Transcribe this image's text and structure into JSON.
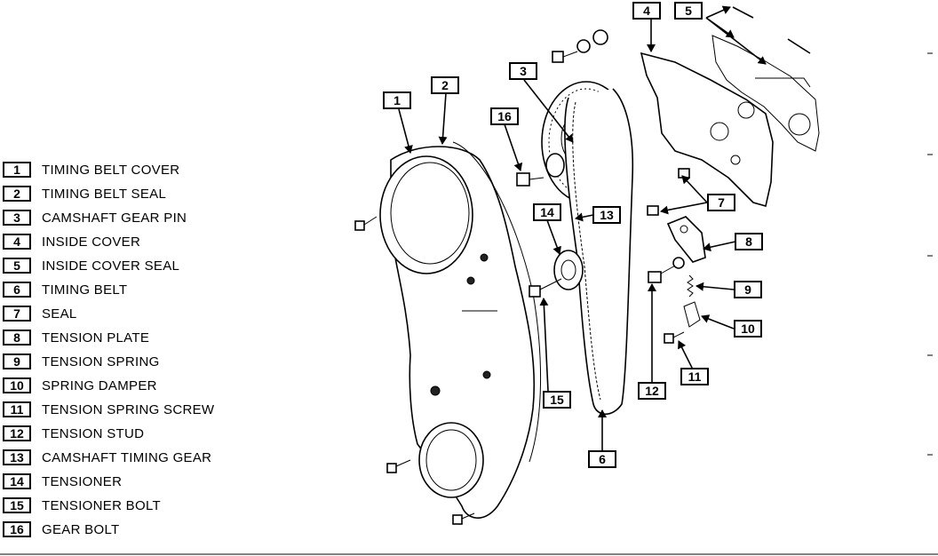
{
  "legend": [
    {
      "num": "1",
      "label": "TIMING BELT COVER"
    },
    {
      "num": "2",
      "label": "TIMING BELT SEAL"
    },
    {
      "num": "3",
      "label": "CAMSHAFT GEAR PIN"
    },
    {
      "num": "4",
      "label": "INSIDE COVER"
    },
    {
      "num": "5",
      "label": "INSIDE COVER SEAL"
    },
    {
      "num": "6",
      "label": "TIMING BELT"
    },
    {
      "num": "7",
      "label": "SEAL"
    },
    {
      "num": "8",
      "label": "TENSION PLATE"
    },
    {
      "num": "9",
      "label": "TENSION SPRING"
    },
    {
      "num": "10",
      "label": "SPRING DAMPER"
    },
    {
      "num": "11",
      "label": "TENSION SPRING SCREW"
    },
    {
      "num": "12",
      "label": "TENSION STUD"
    },
    {
      "num": "13",
      "label": "CAMSHAFT TIMING GEAR"
    },
    {
      "num": "14",
      "label": "TENSIONER"
    },
    {
      "num": "15",
      "label": "TENSIONER BOLT"
    },
    {
      "num": "16",
      "label": "GEAR BOLT"
    }
  ],
  "callouts": {
    "c1": "1",
    "c2": "2",
    "c3": "3",
    "c4": "4",
    "c5": "5",
    "c6": "6",
    "c7": "7",
    "c8": "8",
    "c9": "9",
    "c10": "10",
    "c11": "11",
    "c12": "12",
    "c13": "13",
    "c14": "14",
    "c15": "15",
    "c16": "16"
  }
}
